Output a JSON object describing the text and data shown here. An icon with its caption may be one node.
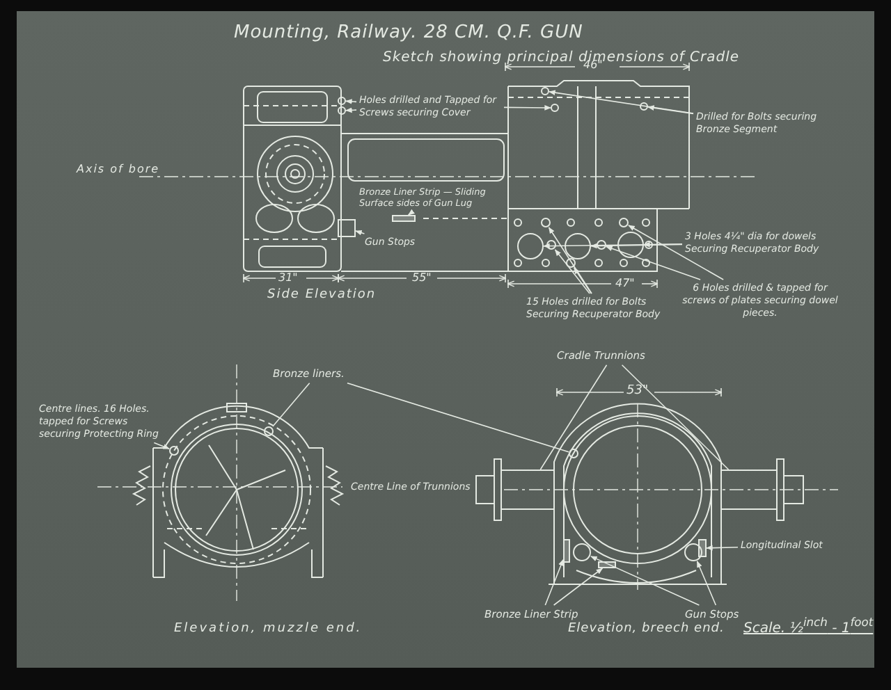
{
  "diagram": {
    "title": "Mounting, Railway. 28 CM. Q.F. GUN",
    "nodes": [
      {
        "text": [
          "Holes drilled and Tapped for Screws securing Cover"
        ]
      },
      {
        "text": [
          "Drilled for Bolts securing Bronze Segment"
        ]
      },
      {
        "text": [
          "Bronze Liner Strip — Sliding Surface sides of Gun Lug"
        ]
      },
      {
        "text": [
          "Gun Stops"
        ]
      },
      {
        "text": [
          "3 Holes 4¼\" dia for dowels Securing Recuperator Body"
        ]
      },
      {
        "text": [
          "15 Holes drilled for Bolts Securing Recuperator Body"
        ]
      },
      {
        "text": [
          "6 Holes drilled & tapped for screws of plates securing dowel pieces."
        ]
      },
      {
        "text": [
          "Cradle Trunnions"
        ]
      },
      {
        "text": [
          "Bronze liners."
        ]
      },
      {
        "text": [
          "Centre lines. 16 Holes. tapped for Screws securing Protecting Ring"
        ]
      },
      {
        "text": [
          "Longitudinal Slot"
        ]
      },
      {
        "text": [
          "Bronze Liner Strip"
        ]
      },
      {
        "text": [
          "Gun Stops"
        ]
      },
      {
        "text": [],
        "shape": "circle"
      },
      {
        "text": [],
        "shape": "circle"
      },
      {
        "text": [],
        "shape": "circle"
      },
      {
        "text": [],
        "shape": "circle"
      },
      {
        "text": [],
        "shape": "circle"
      },
      {
        "text": [],
        "shape": "bar"
      },
      {
        "text": [],
        "shape": "box"
      },
      {
        "text": [],
        "shape": "circle"
      },
      {
        "text": [],
        "shape": "circle"
      },
      {
        "text": [],
        "shape": "circle"
      },
      {
        "text": [],
        "shape": "circle"
      },
      {
        "text": [],
        "shape": "circle"
      },
      {
        "text": [],
        "shape": "circle"
      },
      {
        "text": [],
        "shape": "circle"
      },
      {
        "text": [],
        "shape": "circle"
      },
      {
        "text": [],
        "shape": "box"
      },
      {
        "text": [],
        "shape": "box"
      },
      {
        "text": [],
        "shape": "circle"
      },
      {
        "text": [],
        "shape": "circle"
      },
      {
        "text": [],
        "shape": "circle"
      },
      {
        "text": [],
        "shape": "bar"
      },
      {
        "text": [],
        "shape": "bar"
      },
      {
        "text": [],
        "shape": "bar"
      },
      {
        "text": [],
        "shape": "circle"
      },
      {
        "text": [],
        "shape": "circle"
      }
    ],
    "edges": [
      {
        "from": 0,
        "to": 13,
        "arrow": "to"
      },
      {
        "from": 0,
        "to": 14,
        "arrow": "to"
      },
      {
        "from": 0,
        "to": 15,
        "arrow": "to"
      },
      {
        "from": 1,
        "to": 16,
        "arrow": "to"
      },
      {
        "from": 1,
        "to": 17,
        "arrow": "to"
      },
      {
        "from": 2,
        "to": 18,
        "arrow": "to"
      },
      {
        "from": 3,
        "to": 19,
        "arrow": "to"
      },
      {
        "from": 4,
        "to": 20,
        "arrow": "to"
      },
      {
        "from": 4,
        "to": 21,
        "arrow": "to"
      },
      {
        "from": 4,
        "to": 22,
        "arrow": "to"
      },
      {
        "from": 5,
        "to": 23,
        "arrow": "to"
      },
      {
        "from": 5,
        "to": 24,
        "arrow": "to"
      },
      {
        "from": 5,
        "to": 25,
        "arrow": "to"
      },
      {
        "from": 6,
        "to": 26,
        "arrow": "to"
      },
      {
        "from": 6,
        "to": 27,
        "arrow": "to"
      },
      {
        "from": 7,
        "to": 28,
        "arrow": "none"
      },
      {
        "from": 7,
        "to": 29,
        "arrow": "none"
      },
      {
        "from": 8,
        "to": 30,
        "arrow": "none"
      },
      {
        "from": 8,
        "to": 31,
        "arrow": "none"
      },
      {
        "from": 9,
        "to": 32,
        "arrow": "to"
      },
      {
        "from": 10,
        "to": 33,
        "arrow": "to"
      },
      {
        "from": 11,
        "to": 34,
        "arrow": "to"
      },
      {
        "from": 11,
        "to": 35,
        "arrow": "to"
      },
      {
        "from": 12,
        "to": 36,
        "arrow": "to"
      },
      {
        "from": 12,
        "to": 37,
        "arrow": "to"
      }
    ],
    "labels": [
      "Sketch showing principal dimensions of Cradle",
      "46\"",
      "Axis of bore",
      "31\"",
      "55\"",
      "Side Elevation",
      "47\"",
      "53\"",
      "Centre Line of Trunnions",
      "Elevation, muzzle end.",
      "Elevation, breech end.",
      "Scale. ½$^{inch}$ - 1$^{foot}$"
    ]
  }
}
